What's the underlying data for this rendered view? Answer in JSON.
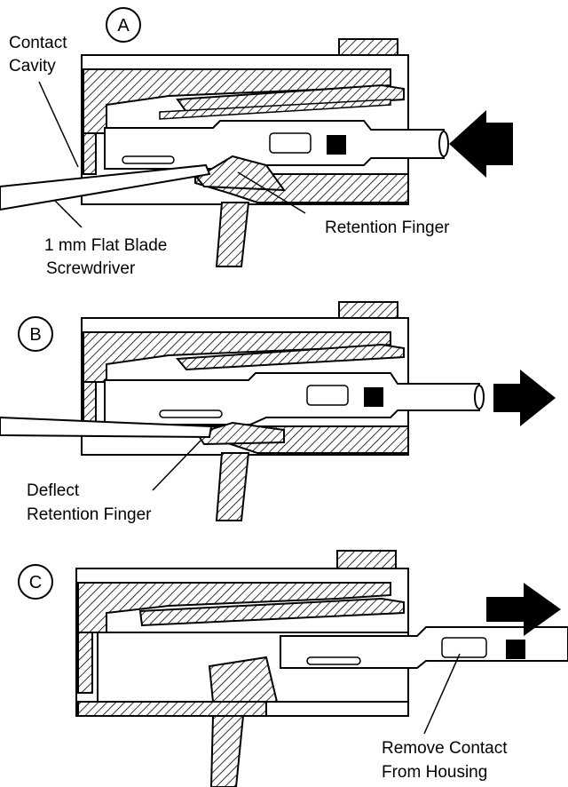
{
  "panels": [
    {
      "step": "A",
      "labels": {
        "contact_cavity": [
          "Contact",
          "Cavity"
        ],
        "retention_finger": "Retention Finger",
        "screwdriver": [
          "1 mm Flat Blade",
          "Screwdriver"
        ]
      },
      "arrow": "push-in"
    },
    {
      "step": "B",
      "labels": {
        "deflect": [
          "Deflect",
          "Retention Finger"
        ]
      },
      "arrow": "pull-out"
    },
    {
      "step": "C",
      "labels": {
        "remove": [
          "Remove Contact",
          "From Housing"
        ]
      },
      "arrow": "pull-out"
    }
  ]
}
